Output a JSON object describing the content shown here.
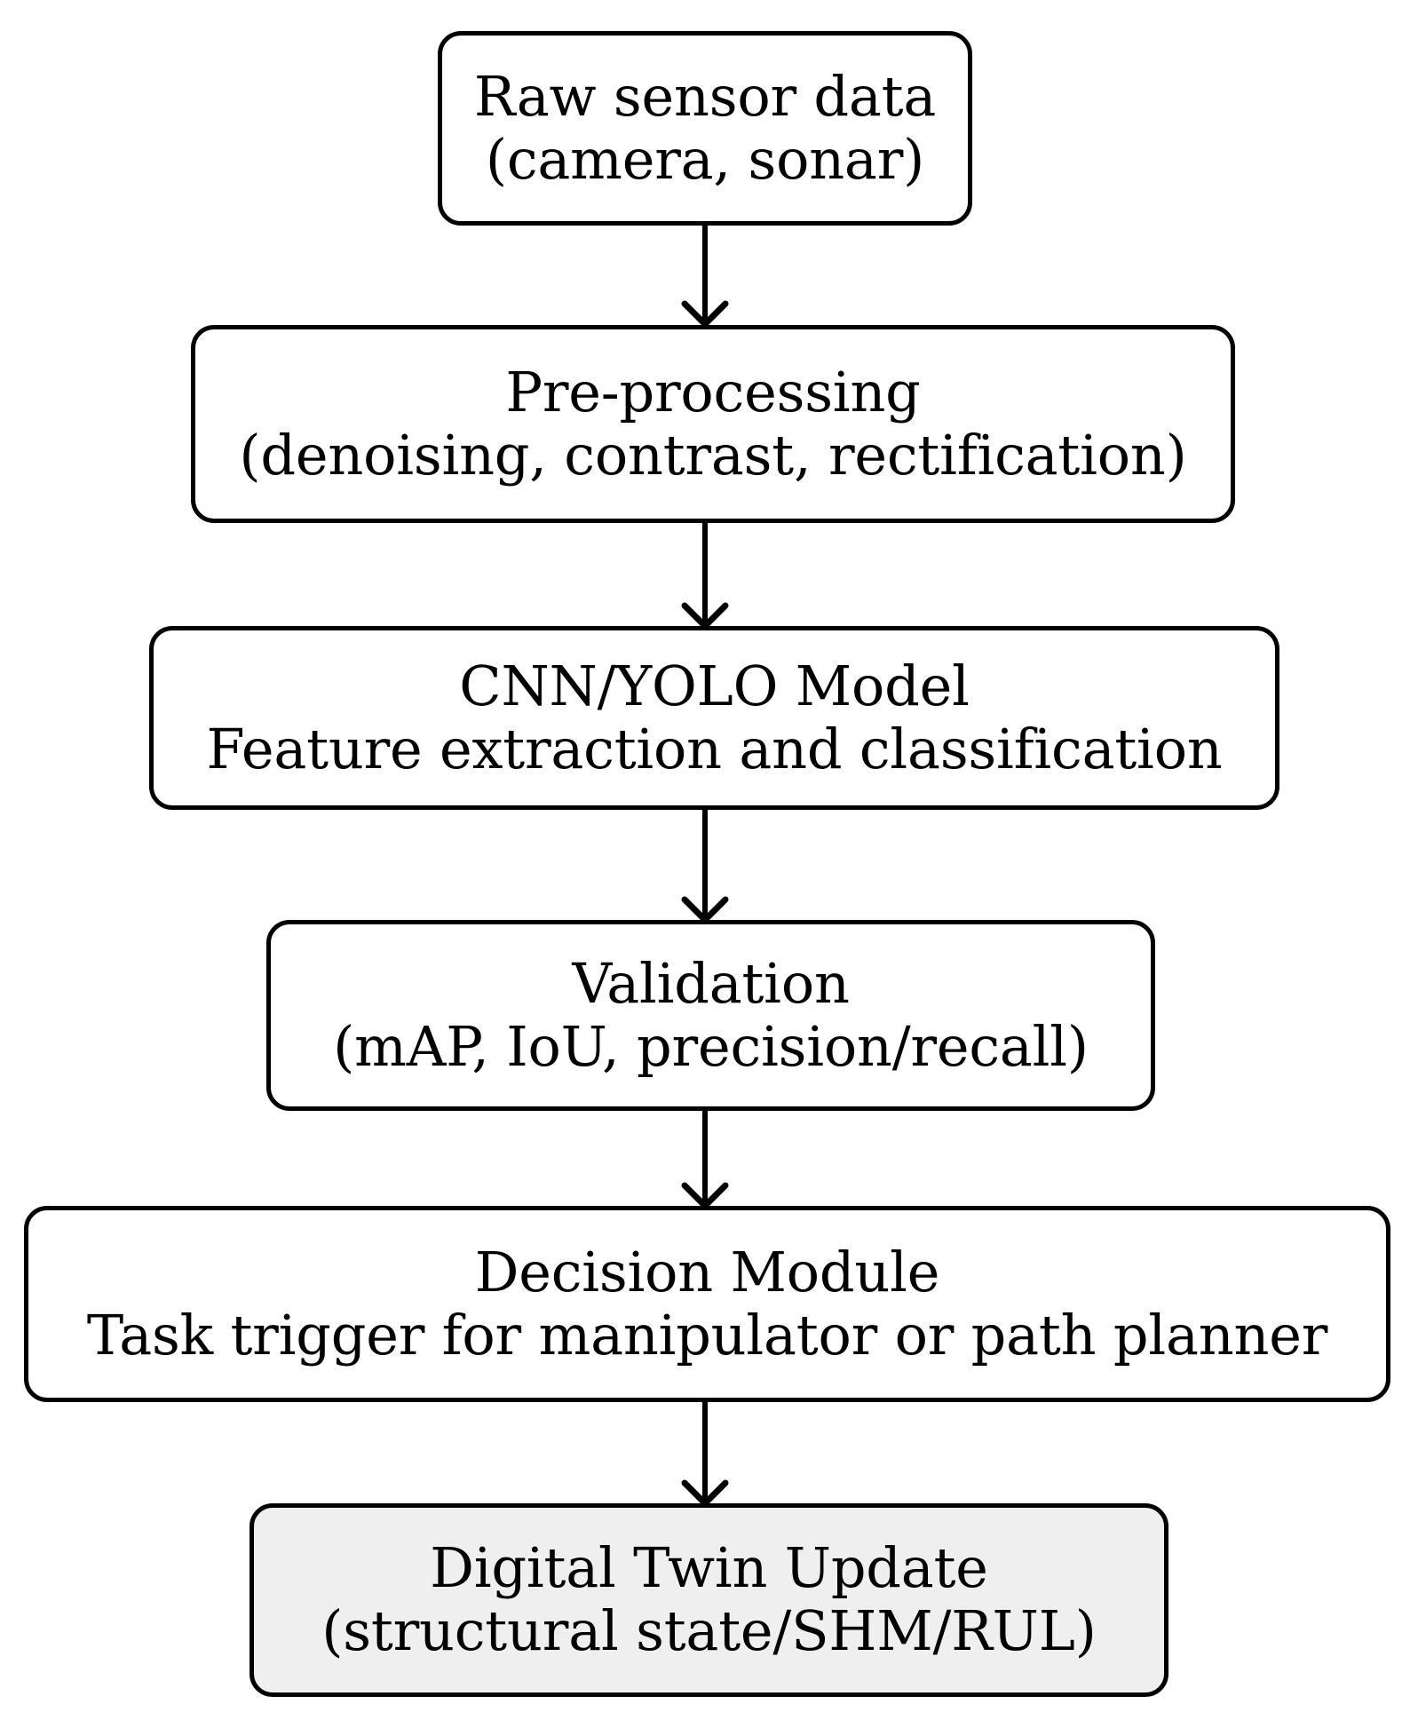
{
  "diagram": {
    "type": "flowchart",
    "orientation": "top-to-bottom",
    "background_color": "#ffffff",
    "stroke_color": "#000000",
    "shaded_fill_color": "#efefef",
    "nodes": [
      {
        "id": "raw-sensor-data",
        "line1": "Raw sensor data",
        "line2": "(camera, sonar)",
        "shaded": false
      },
      {
        "id": "pre-processing",
        "line1": "Pre-processing",
        "line2": "(denoising, contrast, rectification)",
        "shaded": false
      },
      {
        "id": "cnn-yolo-model",
        "line1": "CNN/YOLO Model",
        "line2": "Feature extraction and classification",
        "shaded": false
      },
      {
        "id": "validation",
        "line1": "Validation",
        "line2": "(mAP, IoU, precision/recall)",
        "shaded": false
      },
      {
        "id": "decision-module",
        "line1": "Decision Module",
        "line2": "Task trigger for manipulator or path planner",
        "shaded": false
      },
      {
        "id": "digital-twin-update",
        "line1": "Digital Twin Update",
        "line2": "(structural state/SHM/RUL)",
        "shaded": true
      }
    ],
    "edges": [
      {
        "from": "raw-sensor-data",
        "to": "pre-processing",
        "style": "arrow-down"
      },
      {
        "from": "pre-processing",
        "to": "cnn-yolo-model",
        "style": "arrow-down"
      },
      {
        "from": "cnn-yolo-model",
        "to": "validation",
        "style": "arrow-down"
      },
      {
        "from": "validation",
        "to": "decision-module",
        "style": "arrow-down"
      },
      {
        "from": "decision-module",
        "to": "digital-twin-update",
        "style": "arrow-down"
      }
    ]
  }
}
